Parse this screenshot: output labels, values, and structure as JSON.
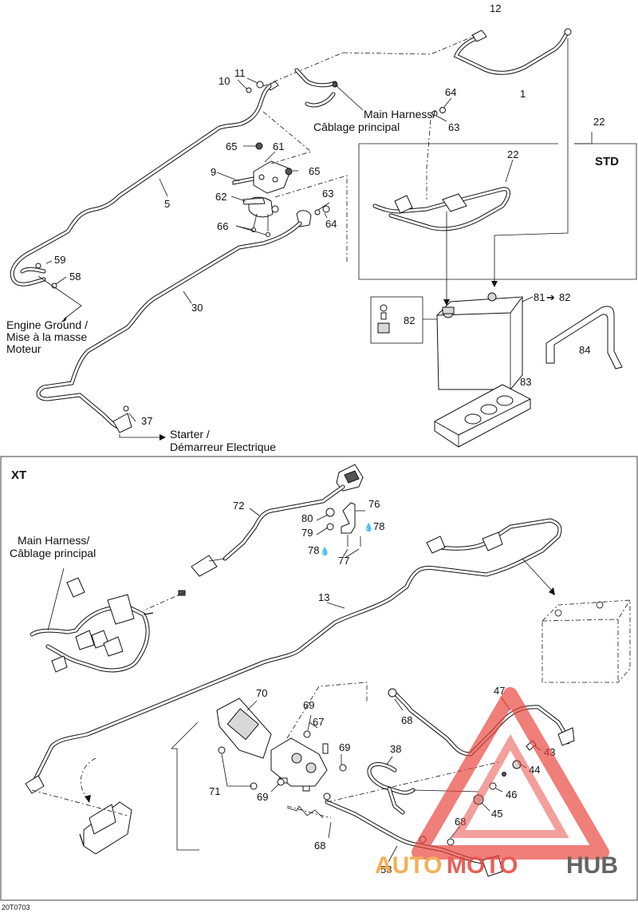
{
  "callouts": {
    "c12": "12",
    "c1": "1",
    "c11": "11",
    "c10": "10",
    "c64a": "64",
    "c63a": "63",
    "c22a": "22",
    "c22b": "22",
    "c65a": "65",
    "c61": "61",
    "c9": "9",
    "c65b": "65",
    "c62": "62",
    "c63b": "63",
    "c64b": "64",
    "c66": "66",
    "c5": "5",
    "c59": "59",
    "c58": "58",
    "c30": "30",
    "c37": "37",
    "c82": "82",
    "c81": "81",
    "c82b": "82",
    "c84": "84",
    "c83": "83",
    "c72": "72",
    "c80": "80",
    "c79": "79",
    "c76": "76",
    "c78a": "78",
    "c78b": "78",
    "c77": "77",
    "c13": "13",
    "c70": "70",
    "c69a": "69",
    "c67": "67",
    "c69b": "69",
    "c71": "71",
    "c69c": "69",
    "c68a": "68",
    "c47": "47",
    "c38": "38",
    "c43": "43",
    "c44": "44",
    "c46": "46",
    "c45": "45",
    "c68b": "68",
    "c68c": "68",
    "c53": "53"
  },
  "labels": {
    "main_harness_top_1": "Main Harness/",
    "main_harness_top_2": "Câblage principal",
    "engine_ground_1": "Engine Ground /",
    "engine_ground_2": "Mise à la masse",
    "engine_ground_3": "Moteur",
    "starter_1": "Starter /",
    "starter_2": "Démarreur Electrique",
    "std": "STD",
    "xt": "XT",
    "main_harness_xt_1": "Main Harness/",
    "main_harness_xt_2": "Câblage principal",
    "arrow_glyph": "➔",
    "drop_glyph": "💧",
    "watermark_auto": "AUTO",
    "watermark_moto": "MOTO",
    "watermark_hub": "HUB",
    "diagram_code": "20T0703"
  },
  "colors": {
    "watermark_red": "#e8423b",
    "watermark_orange": "#f2a33a",
    "watermark_gray": "#4a4a4a"
  }
}
